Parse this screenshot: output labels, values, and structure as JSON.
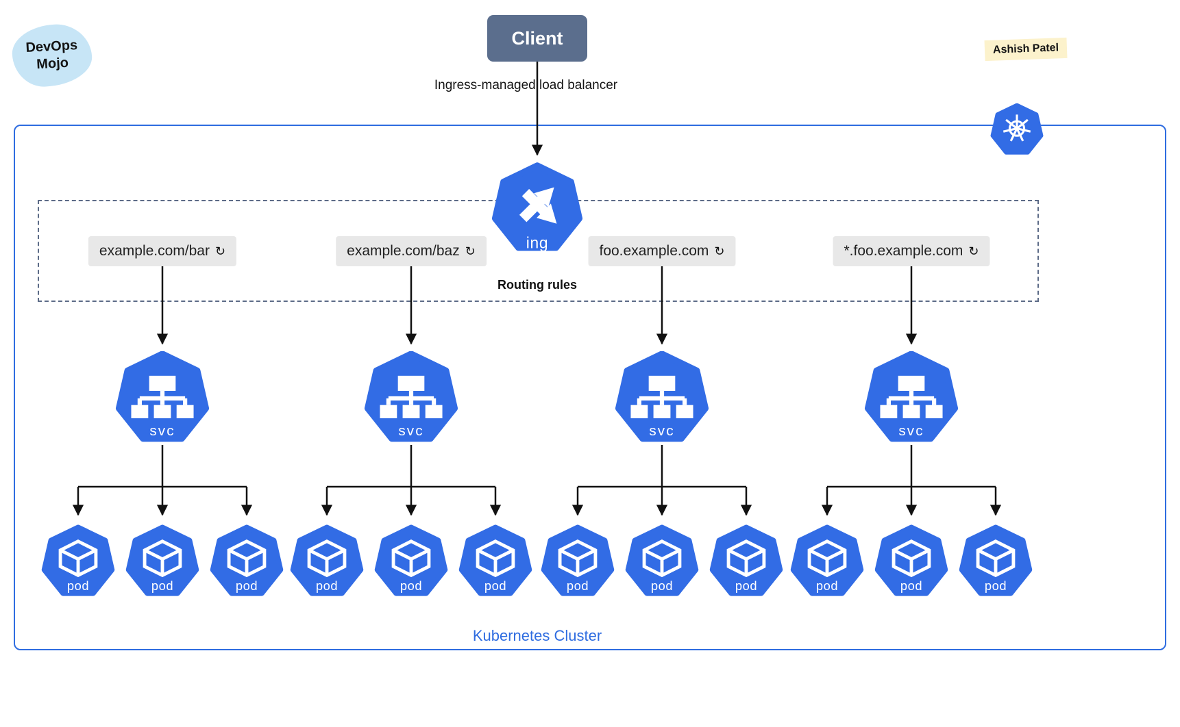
{
  "badges": {
    "brand_line1": "DevOps",
    "brand_line2": "Mojo",
    "author": "Ashish Patel"
  },
  "client": {
    "label": "Client"
  },
  "load_balancer_label": "Ingress-managed load balancer",
  "ingress": {
    "label": "ing"
  },
  "routing": {
    "title": "Routing rules",
    "refresh_icon": "↻"
  },
  "groups": [
    {
      "rule": "example.com/bar",
      "service_label": "svc",
      "pods": [
        "pod",
        "pod",
        "pod"
      ]
    },
    {
      "rule": "example.com/baz",
      "service_label": "svc",
      "pods": [
        "pod",
        "pod",
        "pod"
      ]
    },
    {
      "rule": "foo.example.com",
      "service_label": "svc",
      "pods": [
        "pod",
        "pod",
        "pod"
      ]
    },
    {
      "rule": "*.foo.example.com",
      "service_label": "svc",
      "pods": [
        "pod",
        "pod",
        "pod"
      ]
    }
  ],
  "cluster": {
    "label": "Kubernetes Cluster"
  },
  "colors": {
    "k8s_blue": "#326ce5",
    "cluster_border": "#2e6ce0",
    "client_bg": "#5b6e8d",
    "rule_label_bg": "#e8e8e8",
    "dashed_border": "#5c6b87",
    "brand_bg": "#c7e5f6",
    "author_bg": "#fcf2cc",
    "connector": "#111111"
  }
}
